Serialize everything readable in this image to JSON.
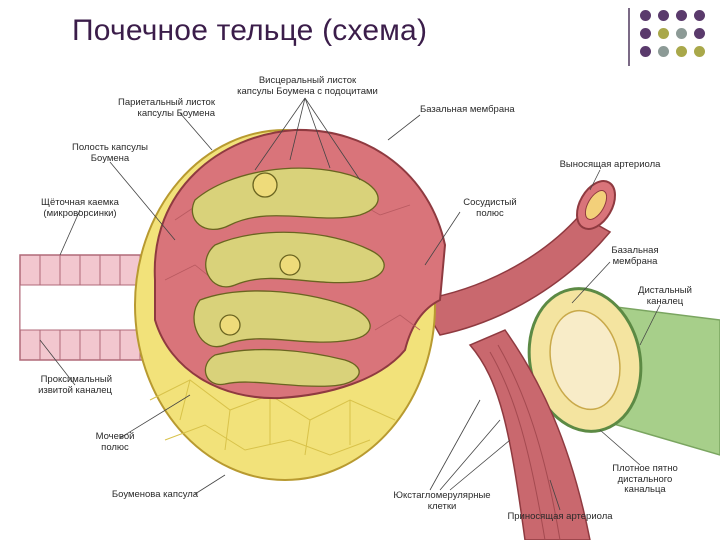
{
  "title": "Почечное тельце (схема)",
  "labels": {
    "visceral": "Висцеральный листок\nкапсулы Боумена с подоцитами",
    "parietal": "Париетальный листок\nкапсулы Боумена",
    "basal1": "Базальная мембрана",
    "cavity": "Полость капсулы\nБоумена",
    "efferent": "Выносящая артериола",
    "brush": "Щёточная каемка\n(микроворсинки)",
    "vascular_pole": "Сосудистый\nполюс",
    "basal2": "Базальная\nмембрана",
    "distal": "Дистальный\nканалец",
    "proximal": "Проксимальный\nизвитой каналец",
    "urinary_pole": "Мочевой\nполюс",
    "bowman": "Боуменова капсула",
    "jg": "Юкстагломерулярные\nклетки",
    "afferent": "Приносящая артериола",
    "macula": "Плотное пятно\nдистального\nканальца"
  },
  "colors": {
    "title": "#3b1d4a",
    "capsule": "#f2e27a",
    "capsule_cell_lines": "#d8c24a",
    "cavity": "#d9747a",
    "glomerulus": "#d9d27a",
    "vessel": "#c9686e",
    "distal_tube": "#a7cf8a",
    "tubule": "#f2c7cf",
    "nuclei": "#8a6a9c",
    "dot_purple": "#5a3a6c",
    "dot_olive": "#a9a84a",
    "dot_gray": "#8c9a96"
  }
}
